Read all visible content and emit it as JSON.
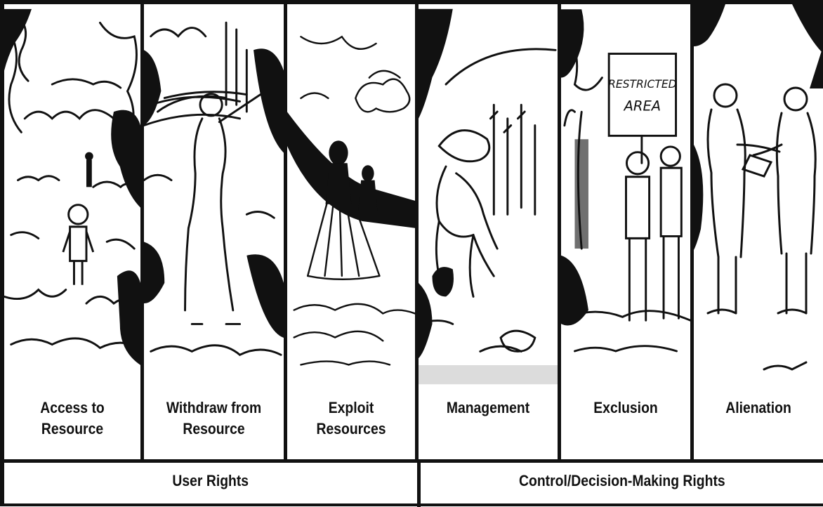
{
  "panels": [
    {
      "caption": "Access to\nResource",
      "scene_icon": "child-on-path-illustration"
    },
    {
      "caption": "Withdraw from\nResource",
      "scene_icon": "person-carrying-firewood-illustration"
    },
    {
      "caption": "Exploit\nResources",
      "scene_icon": "fishing-boat-with-net-illustration"
    },
    {
      "caption": "Management",
      "scene_icon": "farmer-planting-illustration"
    },
    {
      "caption": "Exclusion",
      "scene_icon": "restricted-area-sign-illustration",
      "sign_text": "RESTRICTED\nAREA"
    },
    {
      "caption": "Alienation",
      "scene_icon": "handshake-transfer-illustration"
    }
  ],
  "groups": [
    {
      "label": "User Rights"
    },
    {
      "label": "Control/Decision-Making Rights"
    }
  ]
}
